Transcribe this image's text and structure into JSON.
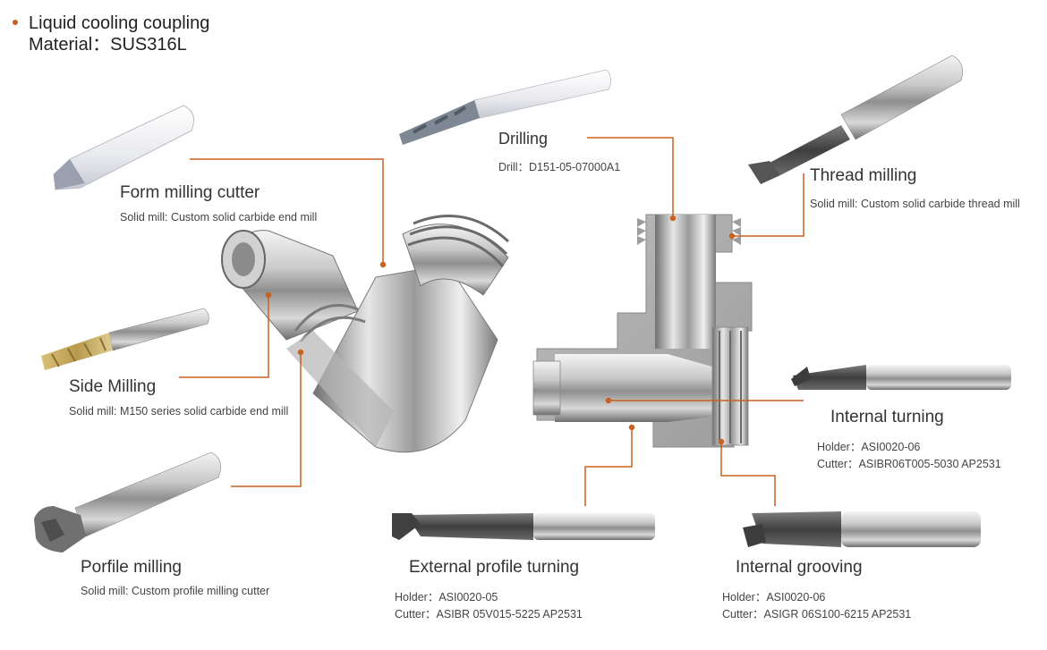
{
  "colors": {
    "accent": "#c8621e",
    "text": "#333333"
  },
  "header": {
    "line1": "Liquid cooling coupling",
    "line2": "Material：SUS316L"
  },
  "processes": {
    "form_milling": {
      "name": "Form milling cutter",
      "detail": "Solid mill: Custom solid carbide end mill"
    },
    "side_milling": {
      "name": "Side Milling",
      "detail": "Solid mill: M150 series solid carbide end mill"
    },
    "profile_milling": {
      "name": "Porfile milling",
      "detail": "Solid mill: Custom profile milling cutter"
    },
    "drilling": {
      "name": "Drilling",
      "detail": "Drill：D151-05-07000A1"
    },
    "thread_milling": {
      "name": "Thread milling",
      "detail": "Solid mill: Custom solid carbide thread mill"
    },
    "internal_turning": {
      "name": "Internal turning",
      "holder": "Holder：ASI0020-06",
      "cutter": "Cutter：ASIBR06T005-5030 AP2531"
    },
    "external_profile_turning": {
      "name": "External profile turning",
      "holder": "Holder：ASI0020-05",
      "cutter": "Cutter：ASIBR 05V015-5225 AP2531"
    },
    "internal_grooving": {
      "name": "Internal grooving",
      "holder": "Holder：ASI0020-06",
      "cutter": "Cutter：ASIGR 06S100-6215 AP2531"
    }
  }
}
